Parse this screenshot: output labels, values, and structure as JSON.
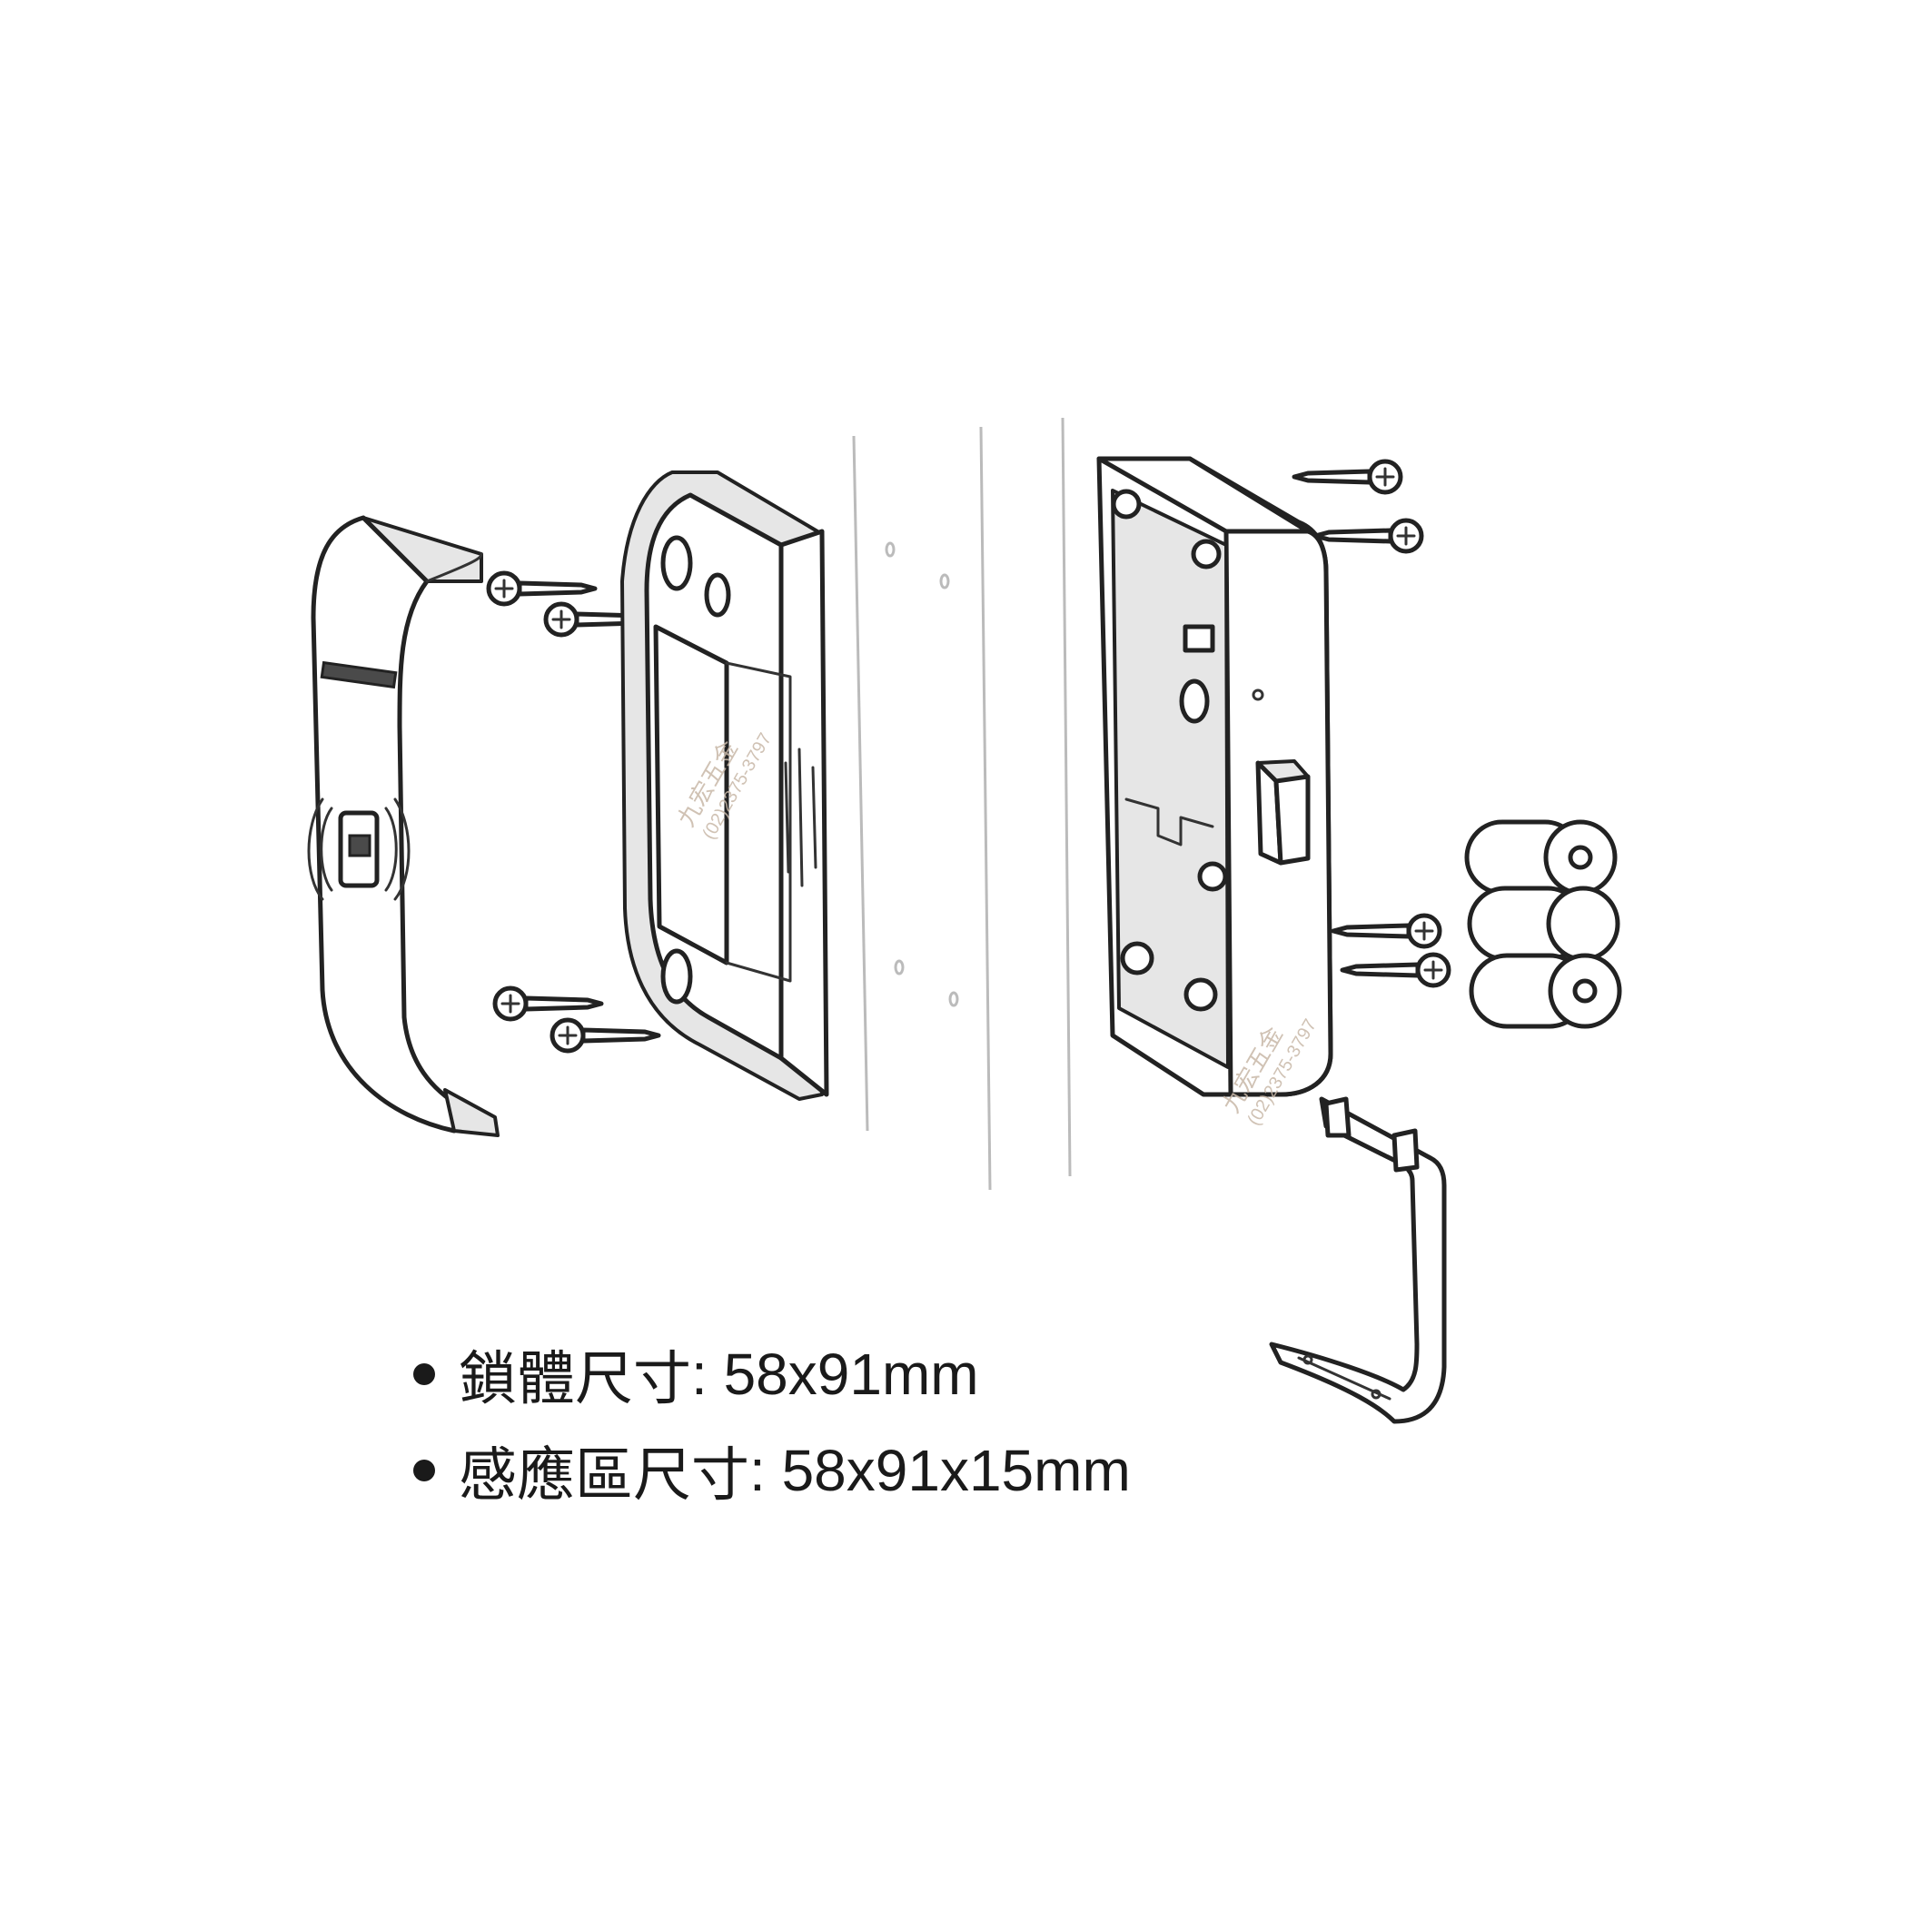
{
  "specs": [
    {
      "label": "鎖體尺寸",
      "value": "58x91mm"
    },
    {
      "label": "感應區尺寸",
      "value": "58x91x15mm"
    }
  ],
  "colors": {
    "line": "#222222",
    "shade": "#e6e6e6",
    "watermark": "#c8b8a8"
  },
  "watermarks": [
    {
      "name": "九宏五金",
      "phone": "(02)2375-3797"
    },
    {
      "name": "九宏五金",
      "phone": "(02)2375-3797"
    }
  ]
}
